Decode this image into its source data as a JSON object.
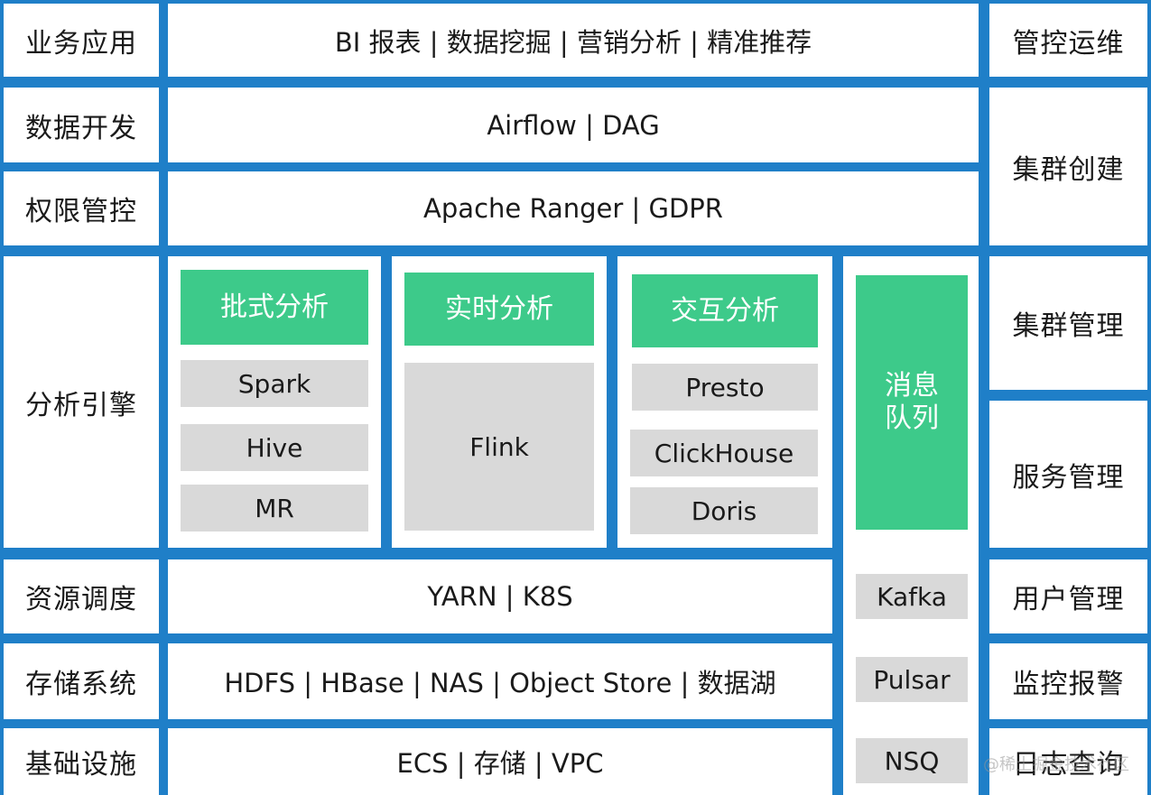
{
  "left": {
    "business": "业务应用",
    "dev": "数据开发",
    "auth": "权限管控",
    "engine": "分析引擎",
    "resource": "资源调度",
    "storage": "存储系统",
    "infra": "基础设施"
  },
  "center": {
    "business": "BI 报表 | 数据挖掘 | 营销分析 | 精准推荐",
    "dev": "Airflow | DAG",
    "auth": "Apache Ranger | GDPR",
    "resource": "YARN | K8S",
    "storage": "HDFS | HBase | NAS | Object Store | 数据湖",
    "infra": "ECS  | 存储 | VPC"
  },
  "engines": {
    "batch": {
      "title": "批式分析",
      "items": [
        "Spark",
        "Hive",
        "MR"
      ]
    },
    "realtime": {
      "title": "实时分析",
      "items": [
        "Flink"
      ]
    },
    "interactive": {
      "title": "交互分析",
      "items": [
        "Presto",
        "ClickHouse",
        "Doris"
      ]
    }
  },
  "mq": {
    "title_line1": "消息",
    "title_line2": "队列",
    "items": [
      "Kafka",
      "Pulsar",
      "NSQ"
    ]
  },
  "right": {
    "ops": "管控运维",
    "cluster_create": "集群创建",
    "cluster_manage": "集群管理",
    "service_manage": "服务管理",
    "user_manage": "用户管理",
    "monitor": "监控报警",
    "log_query": "日志查询"
  },
  "watermark": "@稀土掘金技术社区",
  "colors": {
    "background": "#1f7fc8",
    "accent_green": "#3dca8a",
    "item_gray": "#d9d9d9"
  }
}
